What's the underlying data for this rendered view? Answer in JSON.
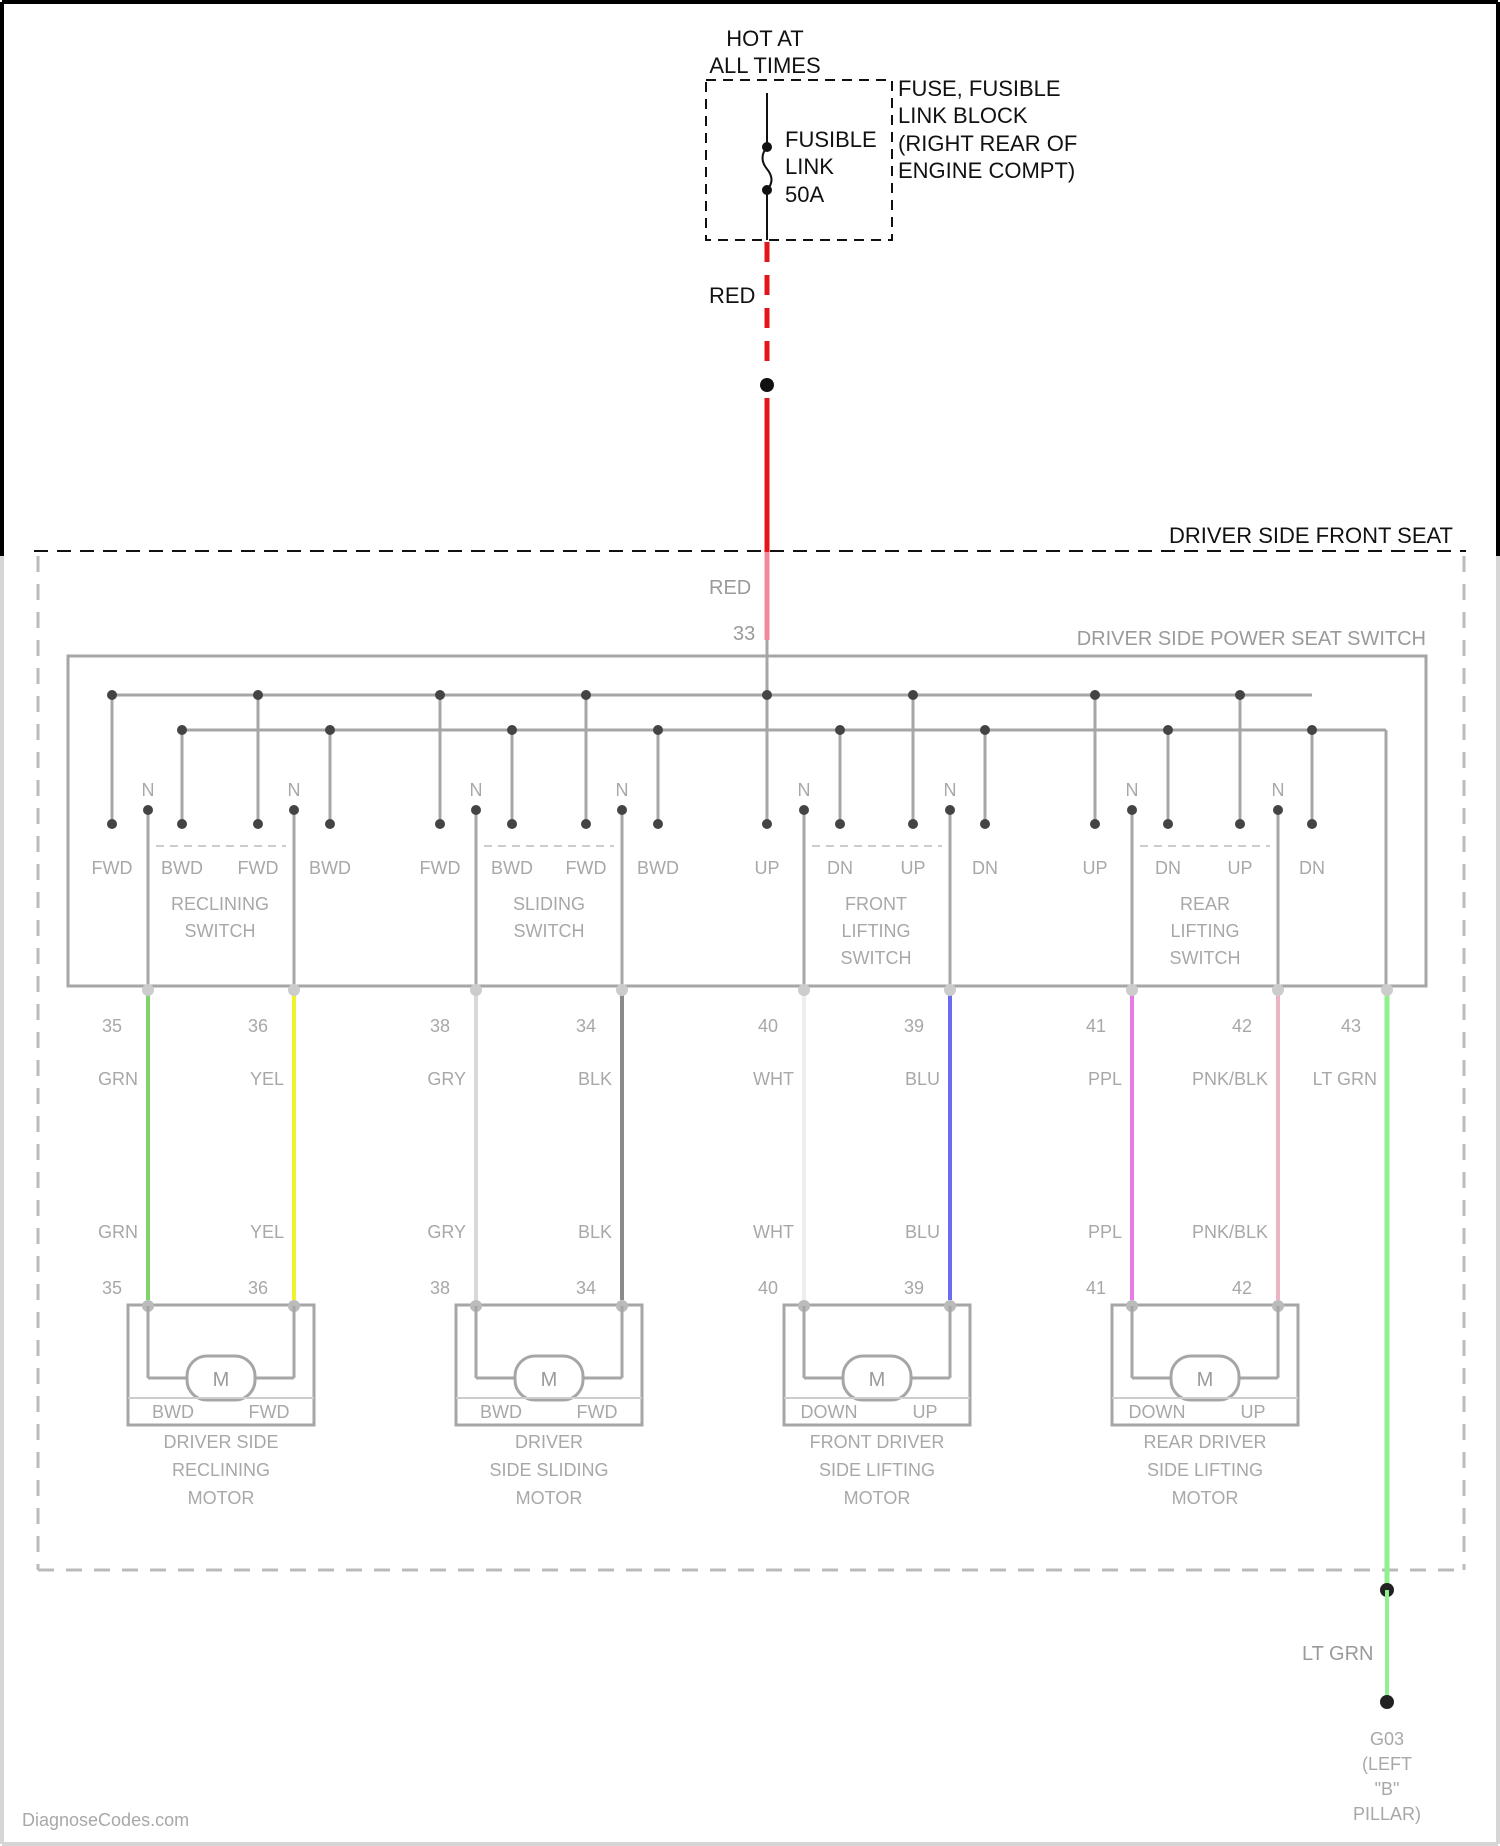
{
  "source": {
    "hot_label_1": "HOT AT",
    "hot_label_2": "ALL TIMES",
    "fuse_block_lines": [
      "FUSE, FUSIBLE",
      "LINK BLOCK",
      "(RIGHT REAR OF",
      "ENGINE COMPT)"
    ],
    "fusible_link_lines": [
      "FUSIBLE",
      "LINK",
      "50A"
    ],
    "feed_wire_color": "RED"
  },
  "seat": {
    "title": "DRIVER SIDE FRONT SEAT",
    "switch_title": "DRIVER SIDE POWER SEAT SWITCH",
    "feed_wire_color": "RED",
    "feed_pin": "33"
  },
  "switches": [
    {
      "name_lines": [
        "RECLINING",
        "SWITCH"
      ],
      "contacts": [
        "FWD",
        "BWD",
        "FWD",
        "BWD"
      ]
    },
    {
      "name_lines": [
        "SLIDING",
        "SWITCH"
      ],
      "contacts": [
        "FWD",
        "BWD",
        "FWD",
        "BWD"
      ]
    },
    {
      "name_lines": [
        "FRONT",
        "LIFTING",
        "SWITCH"
      ],
      "contacts": [
        "UP",
        "DN",
        "UP",
        "DN"
      ]
    },
    {
      "name_lines": [
        "REAR",
        "LIFTING",
        "SWITCH"
      ],
      "contacts": [
        "UP",
        "DN",
        "UP",
        "DN"
      ]
    }
  ],
  "switch_n_label": "N",
  "wires": [
    {
      "pin": "35",
      "color_label": "GRN",
      "hex": "#7fd36a"
    },
    {
      "pin": "36",
      "color_label": "YEL",
      "hex": "#f2f22a"
    },
    {
      "pin": "38",
      "color_label": "GRY",
      "hex": "#d8d8d8"
    },
    {
      "pin": "34",
      "color_label": "BLK",
      "hex": "#8a8a8a"
    },
    {
      "pin": "40",
      "color_label": "WHT",
      "hex": "#eeeeee"
    },
    {
      "pin": "39",
      "color_label": "BLU",
      "hex": "#6b6bf0"
    },
    {
      "pin": "41",
      "color_label": "PPL",
      "hex": "#e67ae6"
    },
    {
      "pin": "42",
      "color_label": "PNK/BLK",
      "hex": "#eab4c0"
    },
    {
      "pin": "43",
      "color_label": "LT GRN",
      "hex": "#8ef08e"
    }
  ],
  "motors": [
    {
      "name_lines": [
        "DRIVER SIDE",
        "RECLINING",
        "MOTOR"
      ],
      "terminals": [
        "BWD",
        "FWD"
      ],
      "symbol": "M"
    },
    {
      "name_lines": [
        "DRIVER",
        "SIDE SLIDING",
        "MOTOR"
      ],
      "terminals": [
        "BWD",
        "FWD"
      ],
      "symbol": "M"
    },
    {
      "name_lines": [
        "FRONT DRIVER",
        "SIDE LIFTING",
        "MOTOR"
      ],
      "terminals": [
        "DOWN",
        "UP"
      ],
      "symbol": "M"
    },
    {
      "name_lines": [
        "REAR DRIVER",
        "SIDE LIFTING",
        "MOTOR"
      ],
      "terminals": [
        "DOWN",
        "UP"
      ],
      "symbol": "M"
    }
  ],
  "ground": {
    "wire_color": "LT GRN",
    "name_lines": [
      "G03",
      "(LEFT",
      "\"B\"",
      "PILLAR)"
    ]
  },
  "watermark": "DiagnoseCodes.com",
  "colors": {
    "red_wire": "#e3151b",
    "red_wire_faint": "#f08a9a",
    "border": "#000000",
    "faint_line": "#a6a6a6"
  }
}
